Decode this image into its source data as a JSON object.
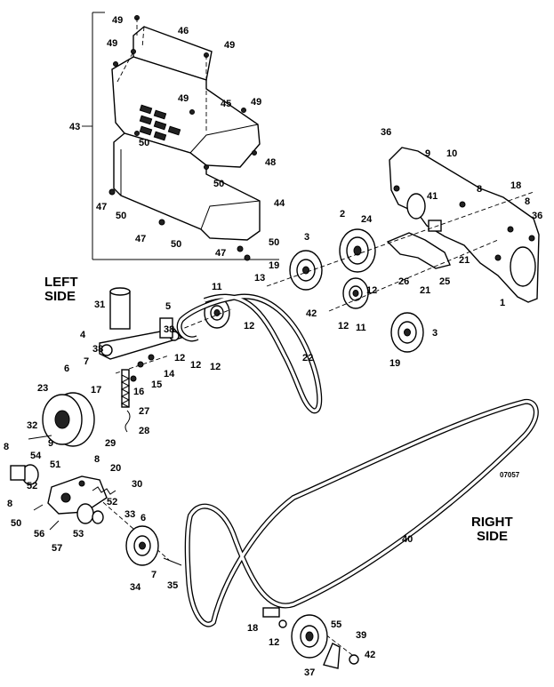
{
  "diagram": {
    "side_labels": {
      "left_line1": "LEFT",
      "left_line2": "SIDE",
      "right_line1": "RIGHT",
      "right_line2": "SIDE"
    },
    "drawing_number": "07057",
    "callouts": [
      "49",
      "46",
      "49",
      "49",
      "49",
      "45",
      "49",
      "43",
      "50",
      "48",
      "50",
      "44",
      "47",
      "50",
      "47",
      "50",
      "47",
      "50",
      "36",
      "9",
      "10",
      "8",
      "18",
      "8",
      "36",
      "41",
      "2",
      "24",
      "21",
      "3",
      "19",
      "13",
      "26",
      "21",
      "25",
      "1",
      "11",
      "12",
      "42",
      "12",
      "11",
      "3",
      "19",
      "31",
      "5",
      "12",
      "4",
      "38",
      "12",
      "7",
      "38",
      "12",
      "12",
      "14",
      "22",
      "6",
      "17",
      "15",
      "16",
      "23",
      "27",
      "32",
      "28",
      "9",
      "29",
      "8",
      "54",
      "51",
      "8",
      "20",
      "52",
      "30",
      "8",
      "52",
      "33",
      "50",
      "6",
      "56",
      "53",
      "57",
      "34",
      "7",
      "35",
      "40",
      "18",
      "55",
      "39",
      "12",
      "42",
      "37"
    ]
  }
}
